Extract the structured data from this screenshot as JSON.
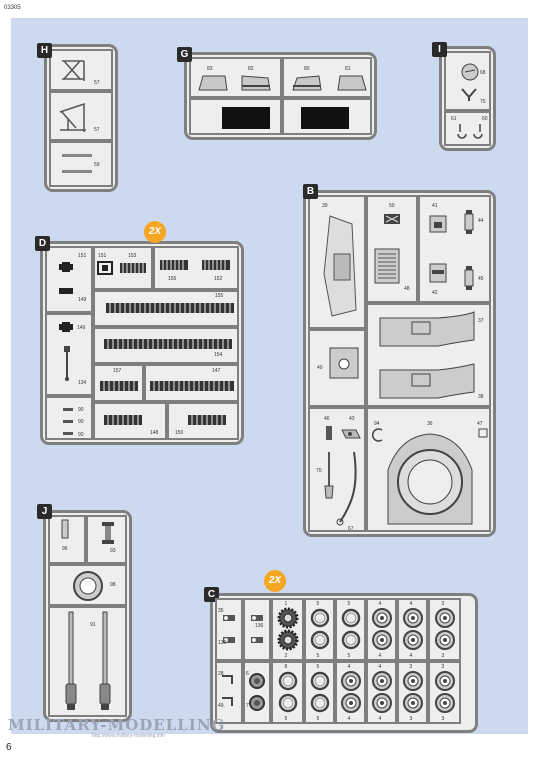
{
  "header": {
    "kit_code": "03305"
  },
  "page_number": "6",
  "watermark": {
    "text": "MILITARY-MODELLING",
    "url": "http://www.military-modelling.info"
  },
  "colors": {
    "panel_bg": "#cdd9ee",
    "frame": "#7f7f7f",
    "badge": "#2a2a2a",
    "multiplier": "#f5a623"
  },
  "sprues": {
    "H": {
      "letter": "H",
      "parts": [
        "57",
        "57",
        "59"
      ]
    },
    "G": {
      "letter": "G",
      "parts": [
        "83",
        "82",
        "80",
        "81"
      ]
    },
    "I": {
      "letter": "I",
      "parts": [
        "68",
        "75",
        "61",
        "60"
      ]
    },
    "D": {
      "letter": "D",
      "multiplier": "2X",
      "parts": [
        "151",
        "149",
        "149",
        "134",
        "90",
        "90",
        "90",
        "151",
        "153",
        "156",
        "152",
        "155",
        "154",
        "157",
        "147",
        "148",
        "150"
      ]
    },
    "B": {
      "letter": "B",
      "parts": [
        "39",
        "50",
        "48",
        "41",
        "44",
        "42",
        "45",
        "37",
        "38",
        "40",
        "46",
        "43",
        "70",
        "67",
        "94",
        "36",
        "47"
      ]
    },
    "J": {
      "letter": "J",
      "parts": [
        "96",
        "93",
        "98",
        "91"
      ]
    },
    "C": {
      "letter": "C",
      "multiplier": "2X",
      "parts": [
        "35",
        "136",
        "1",
        "2",
        "5",
        "5",
        "5",
        "5",
        "4",
        "4",
        "4",
        "4",
        "3",
        "3",
        "28",
        "49",
        "6",
        "7",
        "8",
        "5",
        "5",
        "5",
        "4",
        "4",
        "4",
        "4",
        "3",
        "3",
        "3",
        "3"
      ]
    }
  }
}
